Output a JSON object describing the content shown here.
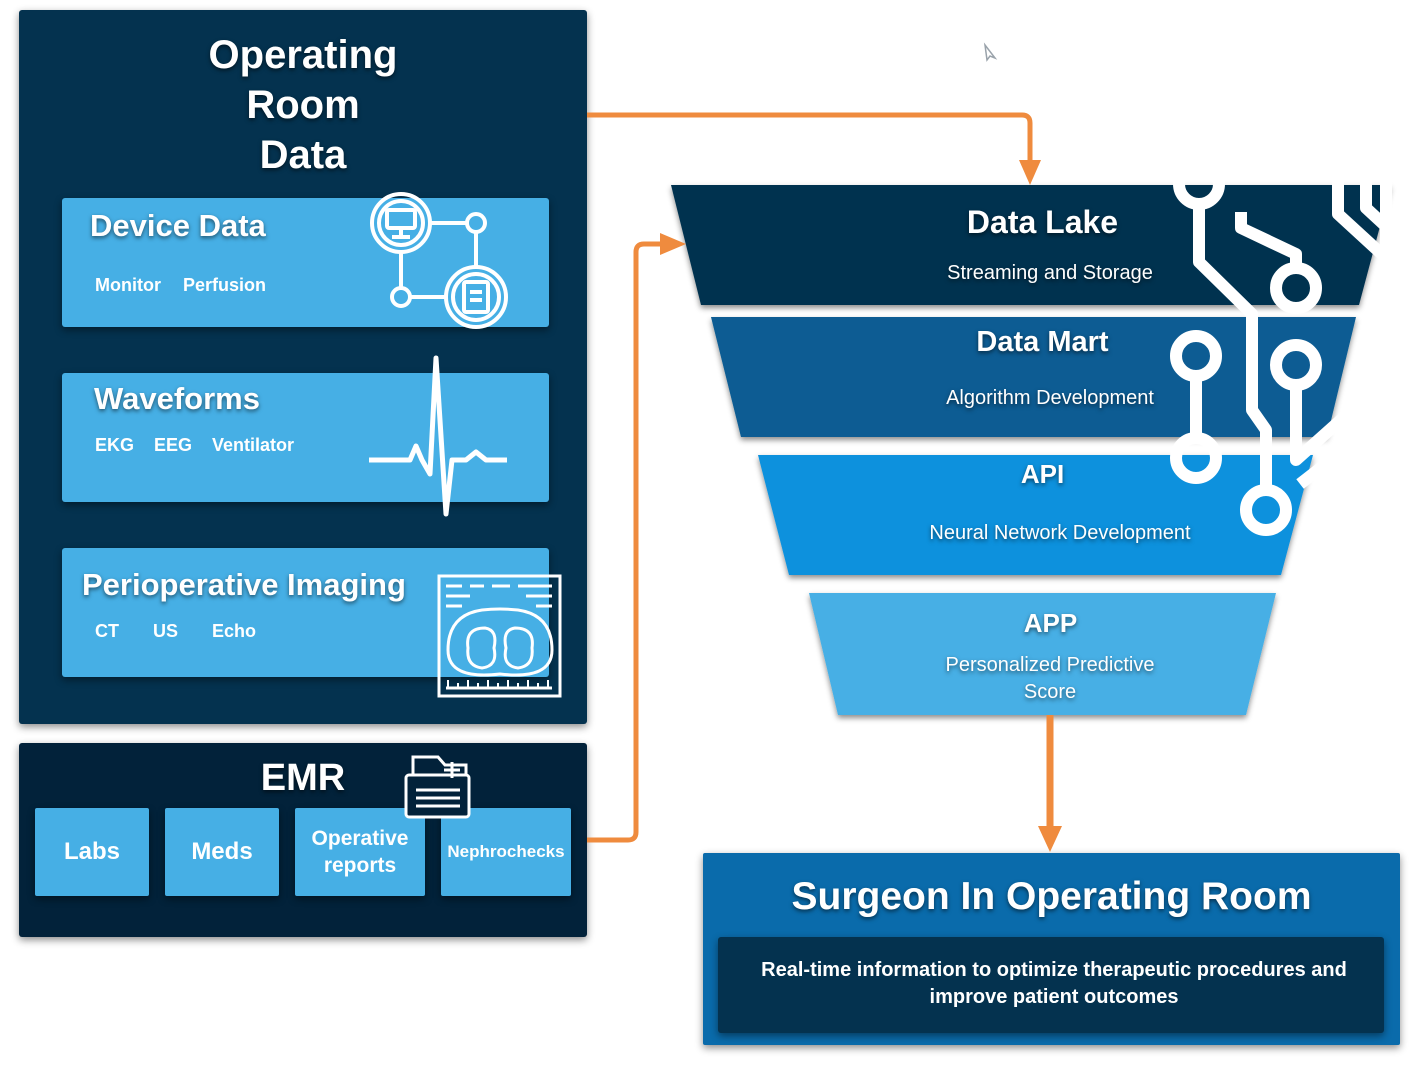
{
  "operating_room": {
    "title": "Operating\nRoom\nData",
    "device_data": {
      "title": "Device Data",
      "tags": [
        "Monitor",
        "Perfusion"
      ]
    },
    "waveforms": {
      "title": "Waveforms",
      "tags": [
        "EKG",
        "EEG",
        "Ventilator"
      ]
    },
    "imaging": {
      "title": "Perioperative Imaging",
      "tags": [
        "CT",
        "US",
        "Echo"
      ]
    }
  },
  "emr": {
    "title": "EMR",
    "items": [
      "Labs",
      "Meds",
      "Operative reports",
      "Nephrochecks"
    ]
  },
  "funnel": [
    {
      "title": "Data Lake",
      "subtitle": "Streaming and Storage",
      "color": "#04324f"
    },
    {
      "title": "Data Mart",
      "subtitle": "Algorithm Development",
      "color": "#075c93"
    },
    {
      "title": "API",
      "subtitle": "Neural Network Development",
      "color": "#0d91dd"
    },
    {
      "title": "APP",
      "subtitle": "Personalized Predictive Score",
      "color": "#46afe5"
    }
  ],
  "surgeon": {
    "title": "Surgeon In Operating Room",
    "description": "Real-time information to optimize therapeutic procedures and improve patient outcomes"
  },
  "colors": {
    "arrow": "#ef8b3e",
    "navy": "#04324f",
    "light_blue": "#46afe5"
  },
  "icons": [
    "monitor-network-icon",
    "ecg-waveform-icon",
    "ultrasound-kidney-icon",
    "medical-folder-icon",
    "circuit-icon",
    "cursor-icon"
  ]
}
